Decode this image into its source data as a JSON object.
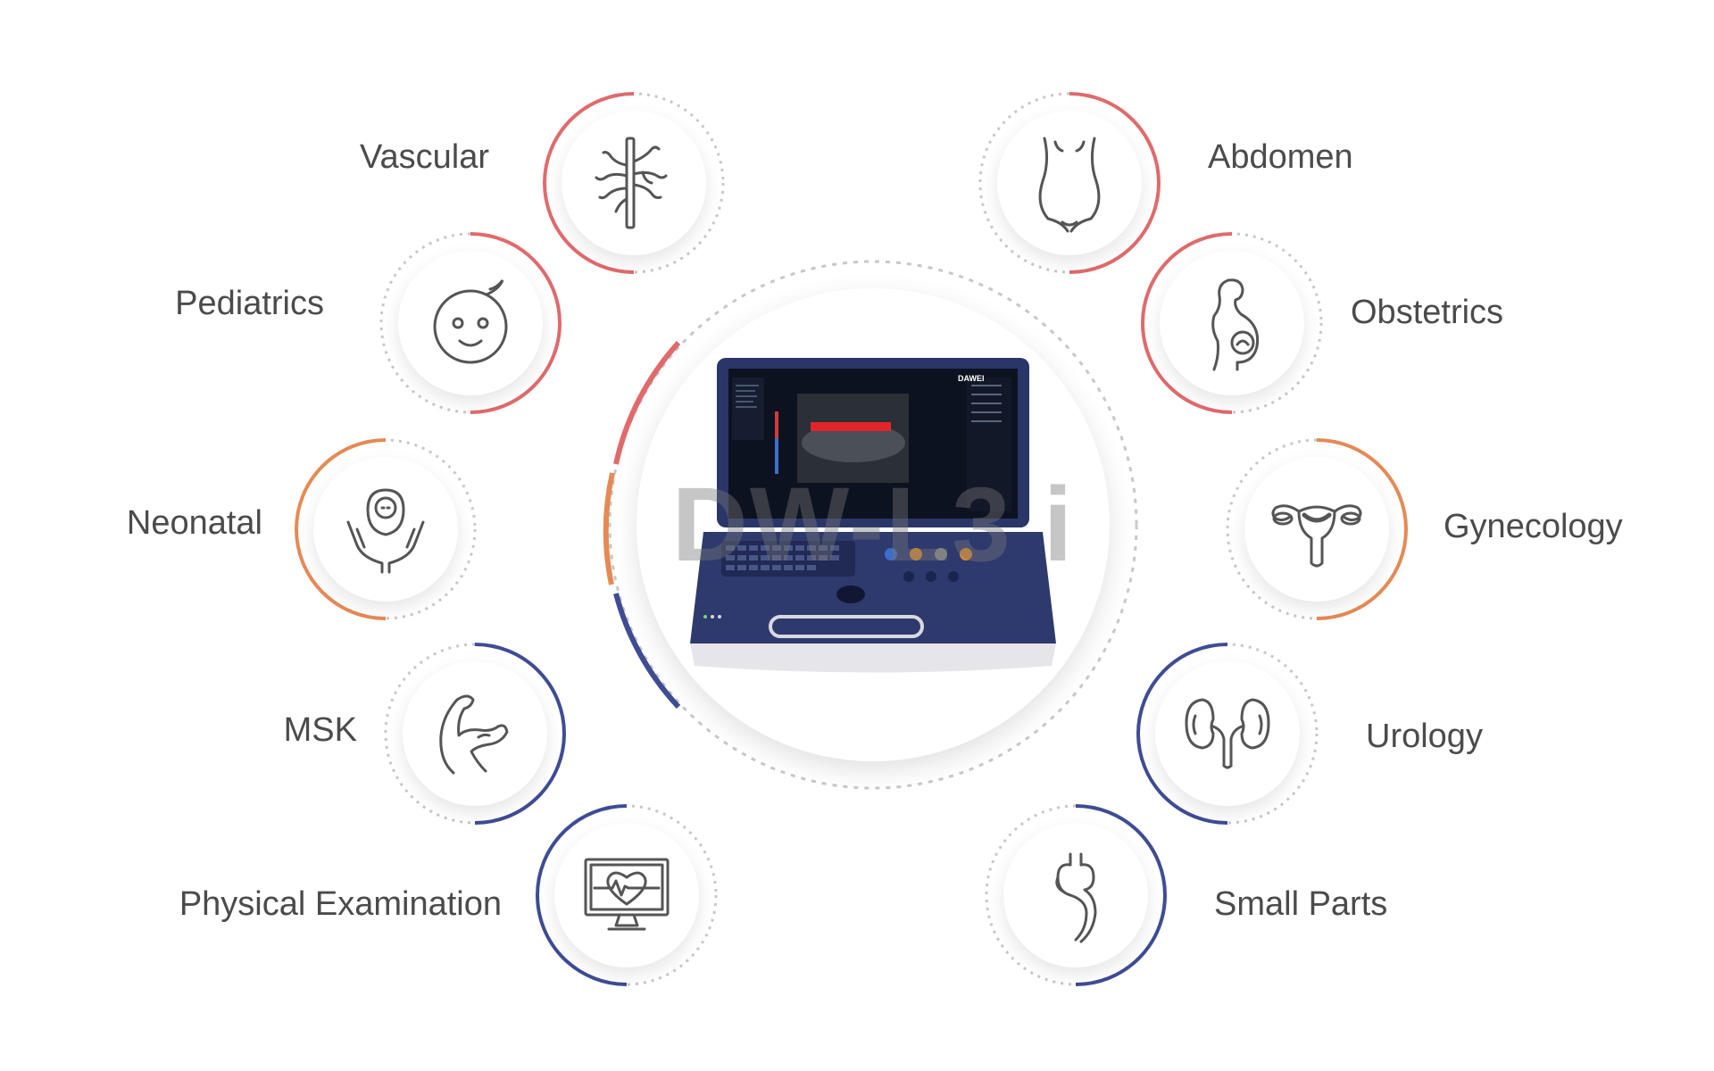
{
  "center": {
    "model_name": "DW-L3 i",
    "brand_on_screen": "DAWEI"
  },
  "colors": {
    "red": "#e06a6c",
    "orange": "#e68a55",
    "blue": "#3f4c95",
    "dotted": "#c8c8c8",
    "icon_stroke": "#555555",
    "label": "#4b4b4b"
  },
  "applications": [
    {
      "label": "Vascular",
      "icon": "vascular-icon",
      "ring": "red"
    },
    {
      "label": "Pediatrics",
      "icon": "child-face-icon",
      "ring": "red"
    },
    {
      "label": "Neonatal",
      "icon": "baby-in-hands-icon",
      "ring": "orange"
    },
    {
      "label": "MSK",
      "icon": "flexed-arm-icon",
      "ring": "blue"
    },
    {
      "label": "Physical Examination",
      "icon": "heart-monitor-icon",
      "ring": "blue"
    },
    {
      "label": "Abdomen",
      "icon": "torso-icon",
      "ring": "red"
    },
    {
      "label": "Obstetrics",
      "icon": "pregnant-woman-icon",
      "ring": "red"
    },
    {
      "label": "Gynecology",
      "icon": "uterus-icon",
      "ring": "orange"
    },
    {
      "label": "Urology",
      "icon": "kidneys-icon",
      "ring": "blue"
    },
    {
      "label": "Small Parts",
      "icon": "thyroid-icon",
      "ring": "blue"
    }
  ]
}
